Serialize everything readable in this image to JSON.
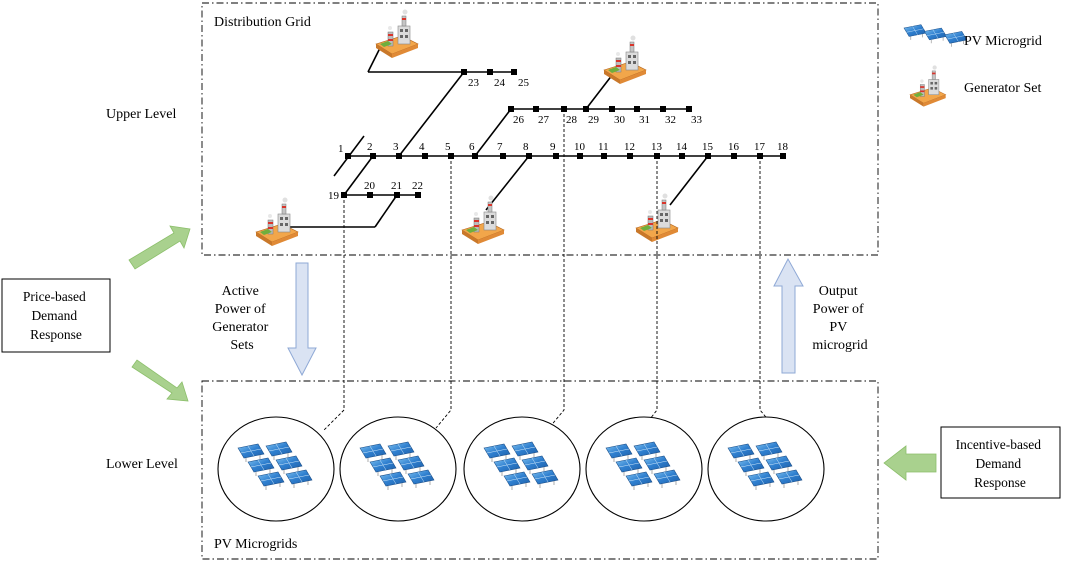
{
  "upper_box": {
    "title": "Distribution Grid",
    "level_label": "Upper Level"
  },
  "lower_box": {
    "title": "PV Microgrids",
    "level_label": "Lower Level"
  },
  "legend": {
    "pv_label": "PV Microgrid",
    "gen_label": "Generator Set"
  },
  "price_box": {
    "lines": [
      "Price-based",
      "Demand",
      "Response"
    ]
  },
  "incentive_box": {
    "lines": [
      "Incentive-based",
      "Demand",
      "Response"
    ]
  },
  "down_arrow_label": {
    "lines": [
      "Active",
      "Power of",
      "Generator",
      "Sets"
    ]
  },
  "up_arrow_label": {
    "lines": [
      "Output",
      "Power of",
      "PV",
      "microgrid"
    ]
  },
  "buses": {
    "main": [
      "1",
      "2",
      "3",
      "4",
      "5",
      "6",
      "7",
      "8",
      "9",
      "10",
      "11",
      "12",
      "13",
      "14",
      "15",
      "16",
      "17",
      "18"
    ],
    "branch_a": [
      "19",
      "20",
      "21",
      "22"
    ],
    "branch_b": [
      "23",
      "24",
      "25"
    ],
    "branch_c": [
      "26",
      "27",
      "28",
      "29",
      "30",
      "31",
      "32",
      "33"
    ]
  },
  "colors": {
    "pv_panel": "#3a8fd6",
    "arrow_green": "#a9d18e",
    "arrow_blue": "#dae3f3",
    "arrow_blue_border": "#8fa9d6"
  }
}
